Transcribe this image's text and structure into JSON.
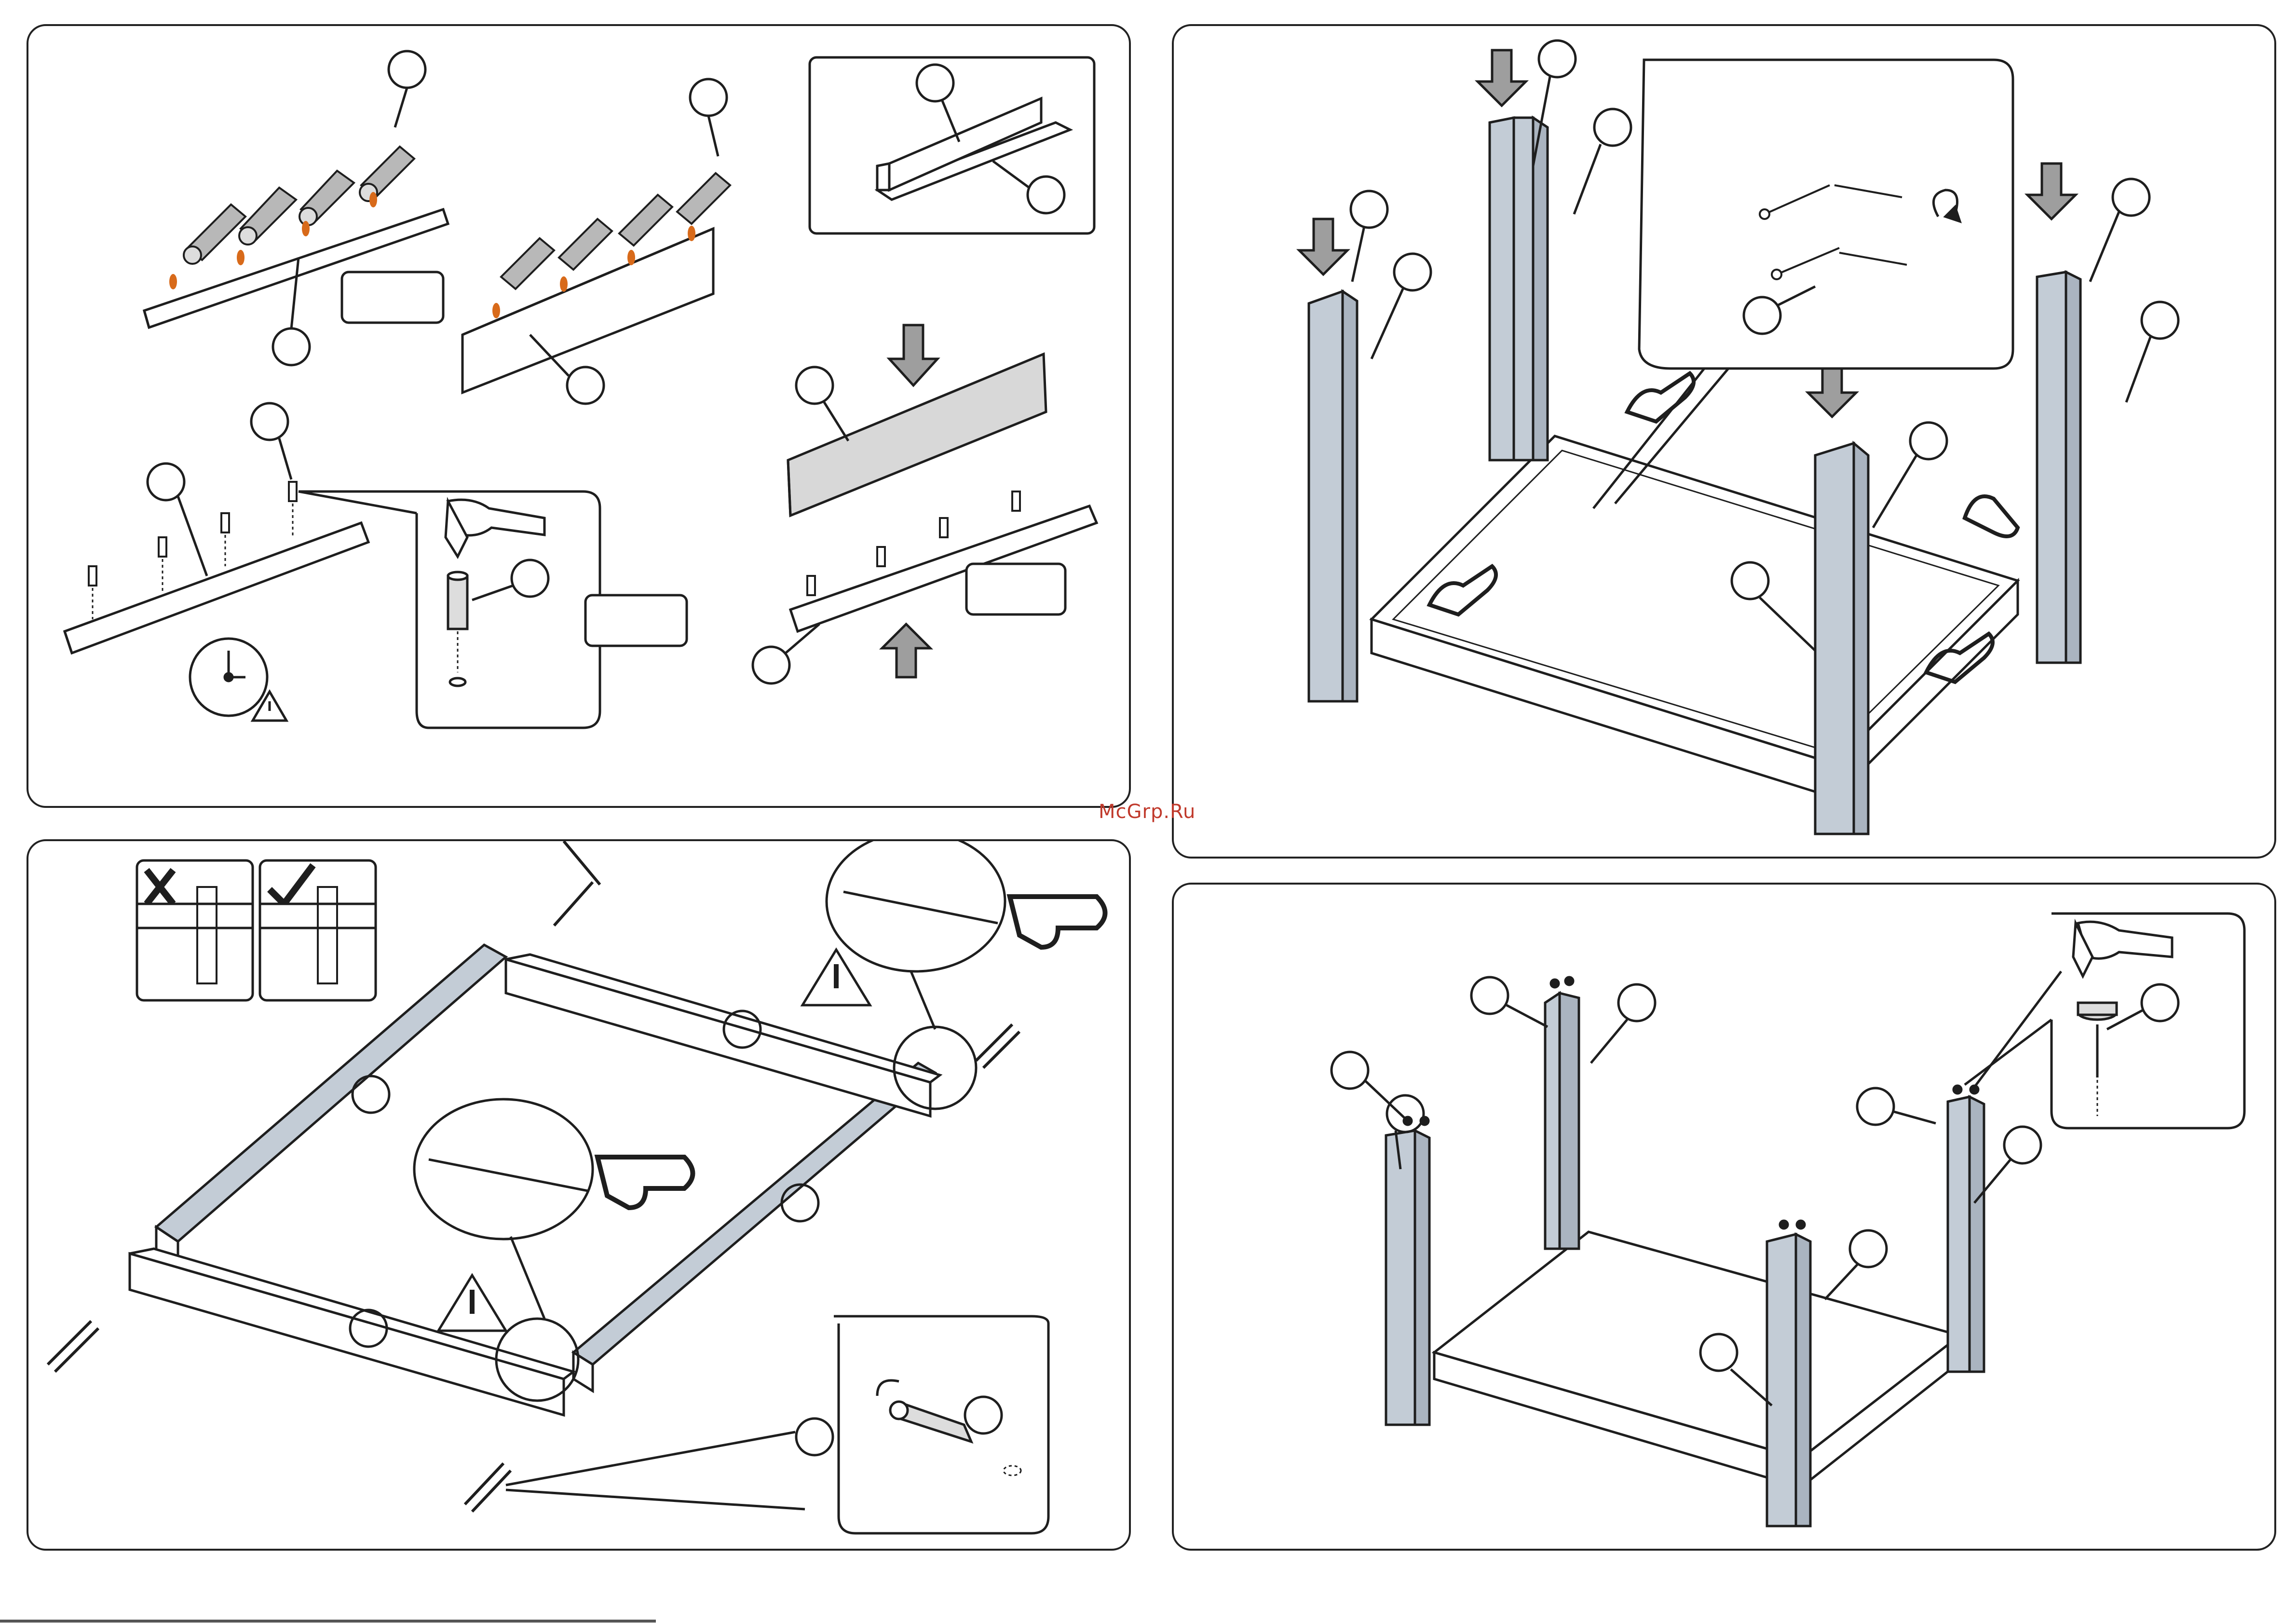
{
  "watermark": {
    "text": "McGrp.Ru",
    "color": "#c0392b"
  },
  "colors": {
    "wood": "#ffffff",
    "leg_fill": "#c3ccd6",
    "outline": "#1e1e1e",
    "arrow_fill": "#9e9e9e",
    "flame": "#d86a1a",
    "glue_tube": "#b8b8b8"
  },
  "panels": [
    {
      "id": "glue-dowel-step",
      "icons": [
        "glue-tube-icon",
        "hammer-icon",
        "dowel-icon",
        "clock-warning-icon",
        "arrow-down-icon",
        "arrow-up-icon"
      ]
    },
    {
      "id": "leg-attach-step",
      "icons": [
        "arrow-down-icon",
        "screw-icon",
        "hand-pointer-icon",
        "rotate-icon"
      ]
    },
    {
      "id": "frame-assembly-step",
      "icons": [
        "wrong-mark-icon",
        "check-mark-icon",
        "warning-icon",
        "hand-pointer-icon",
        "screw-icon",
        "rotate-icon"
      ]
    },
    {
      "id": "glide-nail-step",
      "icons": [
        "hammer-icon",
        "glide-nail-icon"
      ]
    }
  ]
}
